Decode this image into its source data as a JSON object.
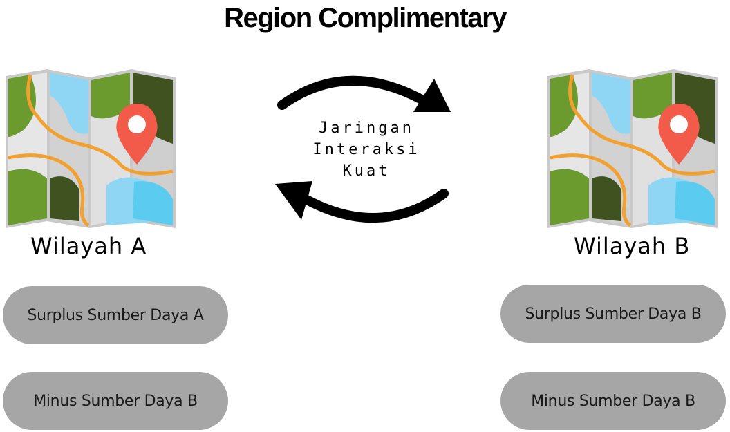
{
  "title": "Region Complimentary",
  "center": {
    "lines": [
      "Jaringan",
      "Interaksi",
      "Kuat"
    ]
  },
  "region_a": {
    "label": "Wilayah A",
    "surplus": "Surplus Sumber Daya A",
    "minus": "Minus Sumber Daya B"
  },
  "region_b": {
    "label": "Wilayah B",
    "surplus": "Surplus Sumber Daya B",
    "minus": "Minus Sumber Daya B"
  },
  "icons": {
    "map": "map-pin-icon",
    "arrow_top": "curved-arrow-right-icon",
    "arrow_bottom": "curved-arrow-left-icon"
  },
  "colors": {
    "pill": "#a6a6a6",
    "pin": "#f25a4a",
    "water": "#8fd6f5",
    "grass_light": "#6b9a2e",
    "grass_dark": "#3f5220",
    "road": "#f2a12e"
  }
}
